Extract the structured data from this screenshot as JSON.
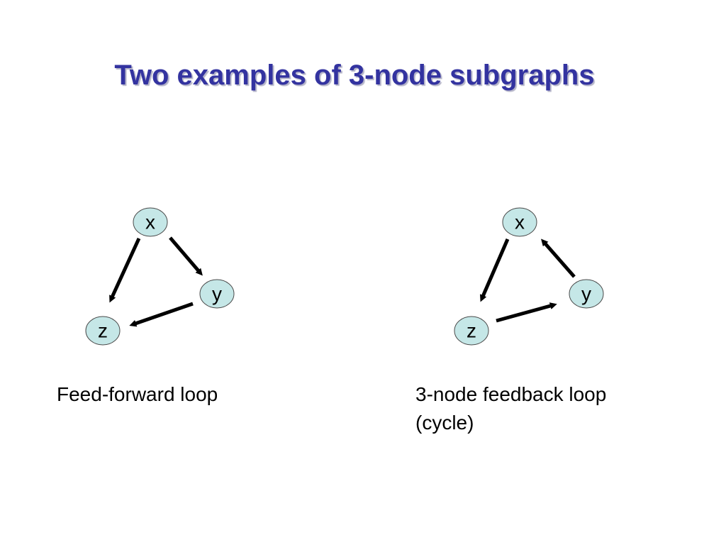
{
  "title": "Two examples of 3-node subgraphs",
  "graphs": [
    {
      "nodes": [
        {
          "id": "x",
          "label": "x"
        },
        {
          "id": "y",
          "label": "y"
        },
        {
          "id": "z",
          "label": "z"
        }
      ],
      "edges": [
        {
          "from": "x",
          "to": "z"
        },
        {
          "from": "x",
          "to": "y"
        },
        {
          "from": "y",
          "to": "z"
        }
      ],
      "caption": "Feed-forward loop"
    },
    {
      "nodes": [
        {
          "id": "x",
          "label": "x"
        },
        {
          "id": "y",
          "label": "y"
        },
        {
          "id": "z",
          "label": "z"
        }
      ],
      "edges": [
        {
          "from": "x",
          "to": "z"
        },
        {
          "from": "y",
          "to": "x"
        },
        {
          "from": "z",
          "to": "y"
        }
      ],
      "caption_line1": "3-node feedback loop",
      "caption_line2": "(cycle)"
    }
  ],
  "colors": {
    "title": "#3333a0",
    "node_fill": "#c5e7e7",
    "edge": "#000000"
  }
}
